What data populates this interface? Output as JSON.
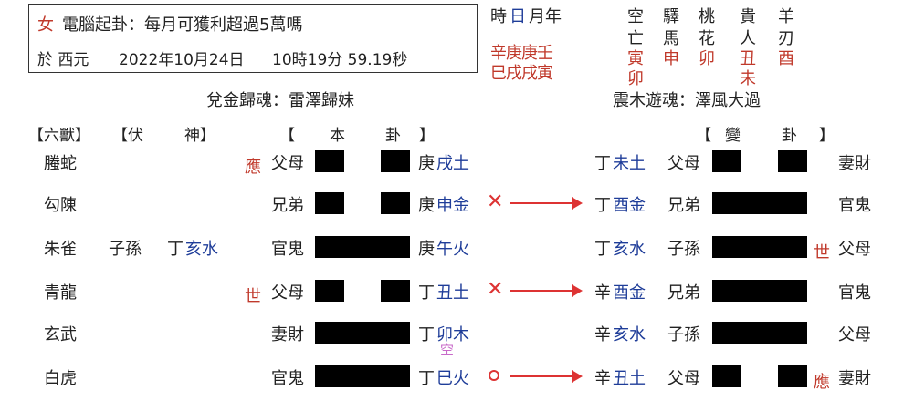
{
  "header": {
    "gender": "女",
    "title": "電腦起卦：每月可獲利超過5萬嗎",
    "date_prefix": "於 西元",
    "date": "2022年10月24日",
    "time": "10時19分 59.19秒"
  },
  "pillars": {
    "label_shi": "時",
    "label_ri": "日",
    "label_yue": "月年",
    "stems": "辛庚庚壬",
    "branches": "巳戌戌寅"
  },
  "shensha": {
    "row1": [
      "空",
      "驛",
      "桃",
      "貴",
      "羊"
    ],
    "row2": [
      "亡",
      "馬",
      "花",
      "人",
      "刃"
    ],
    "row3": [
      "寅",
      "申",
      "卯",
      "丑",
      "酉"
    ],
    "row4": [
      "卯",
      "",
      "",
      "未",
      ""
    ]
  },
  "gua_names": {
    "main": "兌金歸魂：雷澤歸妹",
    "changed": "震木遊魂：澤風大過"
  },
  "columns": {
    "liushou": "【六獸】",
    "fushen_open": "【伏",
    "fushen_close": "神】",
    "ben_open": "【",
    "ben_mid": "本",
    "ben_gua": "卦",
    "ben_close": "】",
    "bian_open": "【",
    "bian_mid": "變",
    "bian_gua": "卦",
    "bian_close": "】"
  },
  "rows": [
    {
      "beast": "螣蛇",
      "fu_rel": "",
      "fu_stem": "",
      "fu_branch": "",
      "mark": "應",
      "rel": "父母",
      "stem": "庚",
      "branch": "戌土",
      "kong": "",
      "change": "",
      "c_stem": "丁",
      "c_branch": "未土",
      "c_rel": "父母",
      "c_mark": "",
      "c_rel2": "妻財",
      "line": "yin",
      "c_line": "yin"
    },
    {
      "beast": "勾陳",
      "fu_rel": "",
      "fu_stem": "",
      "fu_branch": "",
      "mark": "",
      "rel": "兄弟",
      "stem": "庚",
      "branch": "申金",
      "kong": "",
      "change": "x",
      "c_stem": "丁",
      "c_branch": "酉金",
      "c_rel": "兄弟",
      "c_mark": "",
      "c_rel2": "官鬼",
      "line": "yin",
      "c_line": "yang"
    },
    {
      "beast": "朱雀",
      "fu_rel": "子孫",
      "fu_stem": "丁",
      "fu_branch": "亥水",
      "mark": "",
      "rel": "官鬼",
      "stem": "庚",
      "branch": "午火",
      "kong": "",
      "change": "",
      "c_stem": "丁",
      "c_branch": "亥水",
      "c_rel": "子孫",
      "c_mark": "世",
      "c_rel2": "父母",
      "line": "yang",
      "c_line": "yang"
    },
    {
      "beast": "青龍",
      "fu_rel": "",
      "fu_stem": "",
      "fu_branch": "",
      "mark": "世",
      "rel": "父母",
      "stem": "丁",
      "branch": "丑土",
      "kong": "",
      "change": "x",
      "c_stem": "辛",
      "c_branch": "酉金",
      "c_rel": "兄弟",
      "c_mark": "",
      "c_rel2": "官鬼",
      "line": "yin",
      "c_line": "yang"
    },
    {
      "beast": "玄武",
      "fu_rel": "",
      "fu_stem": "",
      "fu_branch": "",
      "mark": "",
      "rel": "妻財",
      "stem": "丁",
      "branch": "卯木",
      "kong": "空",
      "change": "",
      "c_stem": "辛",
      "c_branch": "亥水",
      "c_rel": "子孫",
      "c_mark": "",
      "c_rel2": "父母",
      "line": "yang",
      "c_line": "yang"
    },
    {
      "beast": "白虎",
      "fu_rel": "",
      "fu_stem": "",
      "fu_branch": "",
      "mark": "",
      "rel": "官鬼",
      "stem": "丁",
      "branch": "巳火",
      "kong": "",
      "change": "o",
      "c_stem": "辛",
      "c_branch": "丑土",
      "c_rel": "父母",
      "c_mark": "應",
      "c_rel2": "妻財",
      "line": "yang",
      "c_line": "yin"
    }
  ],
  "colors": {
    "red": "#c0392b",
    "blue": "#1f3d99",
    "arrow": "#dd3333"
  }
}
